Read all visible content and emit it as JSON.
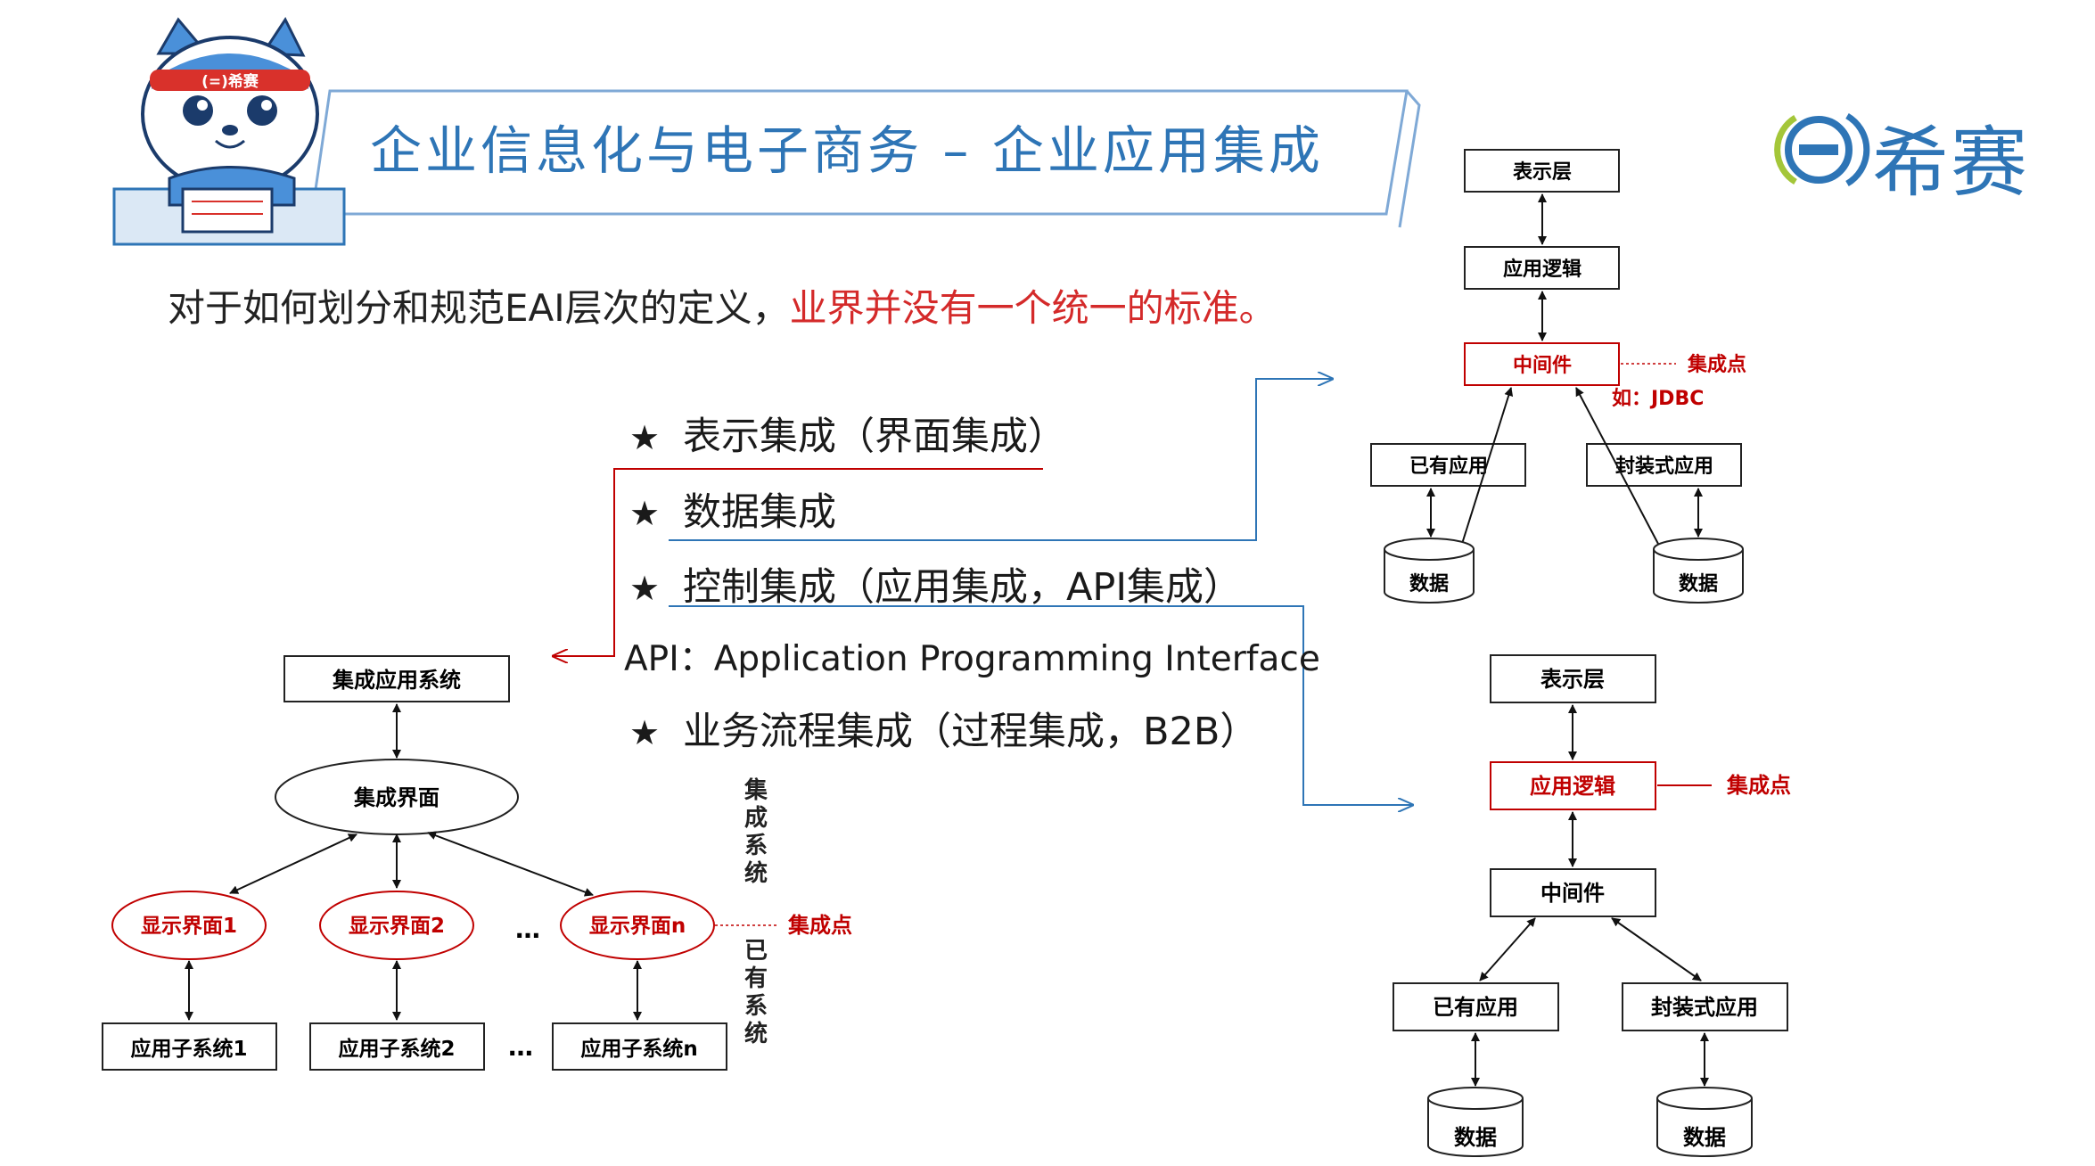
{
  "header": {
    "title": "企业信息化与电子商务 – 企业应用集成",
    "mascot_band_text": "(=)希赛",
    "brand_name": "希赛"
  },
  "intro": {
    "text_black": "对于如何划分和规范EAI层次的定义，",
    "text_red": "业界并没有一个统一的标准。"
  },
  "list": {
    "star": "★",
    "items": [
      "表示集成（界面集成）",
      "数据集成",
      "控制集成（应用集成，API集成）",
      "业务流程集成（过程集成，B2B）"
    ],
    "api_note": "API：Application Programming Interface"
  },
  "left_diagram": {
    "top": "集成应用系统",
    "interface": "集成界面",
    "displays": [
      "显示界面1",
      "显示界面2",
      "显示界面n"
    ],
    "subsystems": [
      "应用子系统1",
      "应用子系统2",
      "应用子系统n"
    ],
    "ellipsis": "…",
    "integration_point": "集成点",
    "label_integration_system": "集成系统",
    "label_existing_system": "已有系统"
  },
  "right_top_diagram": {
    "layers": [
      "表示层",
      "应用逻辑",
      "中间件"
    ],
    "integration_point": "集成点",
    "example": "如：JDBC",
    "apps": [
      "已有应用",
      "封装式应用"
    ],
    "db": "数据"
  },
  "right_bottom_diagram": {
    "layers": [
      "表示层",
      "应用逻辑",
      "中间件"
    ],
    "integration_point": "集成点",
    "apps": [
      "已有应用",
      "封装式应用"
    ],
    "db": "数据"
  },
  "colors": {
    "title_blue": "#2e75b6",
    "accent_red": "#c00000",
    "line_blue": "#5b9bd5",
    "logo_green": "#a4c639"
  }
}
